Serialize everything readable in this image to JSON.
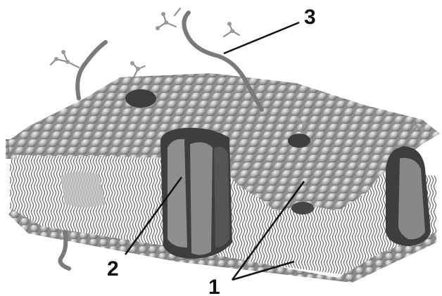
{
  "figure": {
    "labels": {
      "protein": "2",
      "glycocalyx": "3",
      "phospholipid": "1"
    }
  },
  "colors": {
    "background": "#ffffff",
    "head_light": "#e6e6e6",
    "head_mid": "#a9a9a9",
    "head_dark": "#6a6a6a",
    "protein_outer": "#3f3f3f",
    "protein_inner": "#8c8c8c",
    "tail": "#5a5a5a",
    "line": "#111111"
  },
  "icons": {
    "glycolipid_chain": "sugar-chain-icon"
  }
}
